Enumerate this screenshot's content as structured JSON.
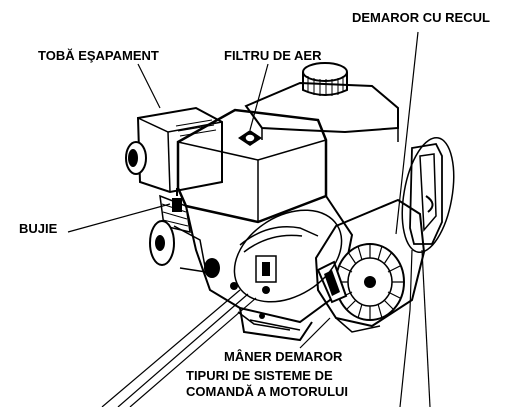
{
  "labels": {
    "recoil_starter": "DEMAROR CU RECUL",
    "muffler": "TOBĂ EŞAPAMENT",
    "air_filter": "FILTRU DE AER",
    "spark_plug": "BUJIE",
    "starter_grip": "MÂNER DEMAROR",
    "control_types_line1": "TIPURI DE SISTEME DE",
    "control_types_line2": "COMANDĂ A MOTORULUI"
  }
}
